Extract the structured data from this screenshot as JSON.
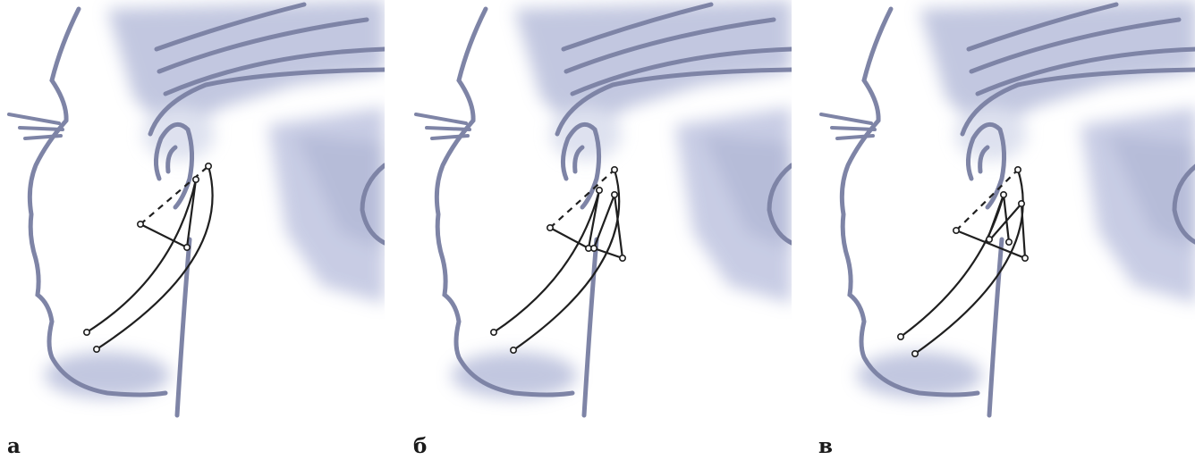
{
  "figure": {
    "panels": [
      {
        "id": "a",
        "caption": "а"
      },
      {
        "id": "b",
        "caption": "б"
      },
      {
        "id": "c",
        "caption": "в"
      }
    ]
  },
  "colors": {
    "contour": "#7e84a6",
    "shadow": "#aeb5d6",
    "shadow_light": "#d3d8ea",
    "suture": "#1f1f1f",
    "background": "#ffffff"
  }
}
